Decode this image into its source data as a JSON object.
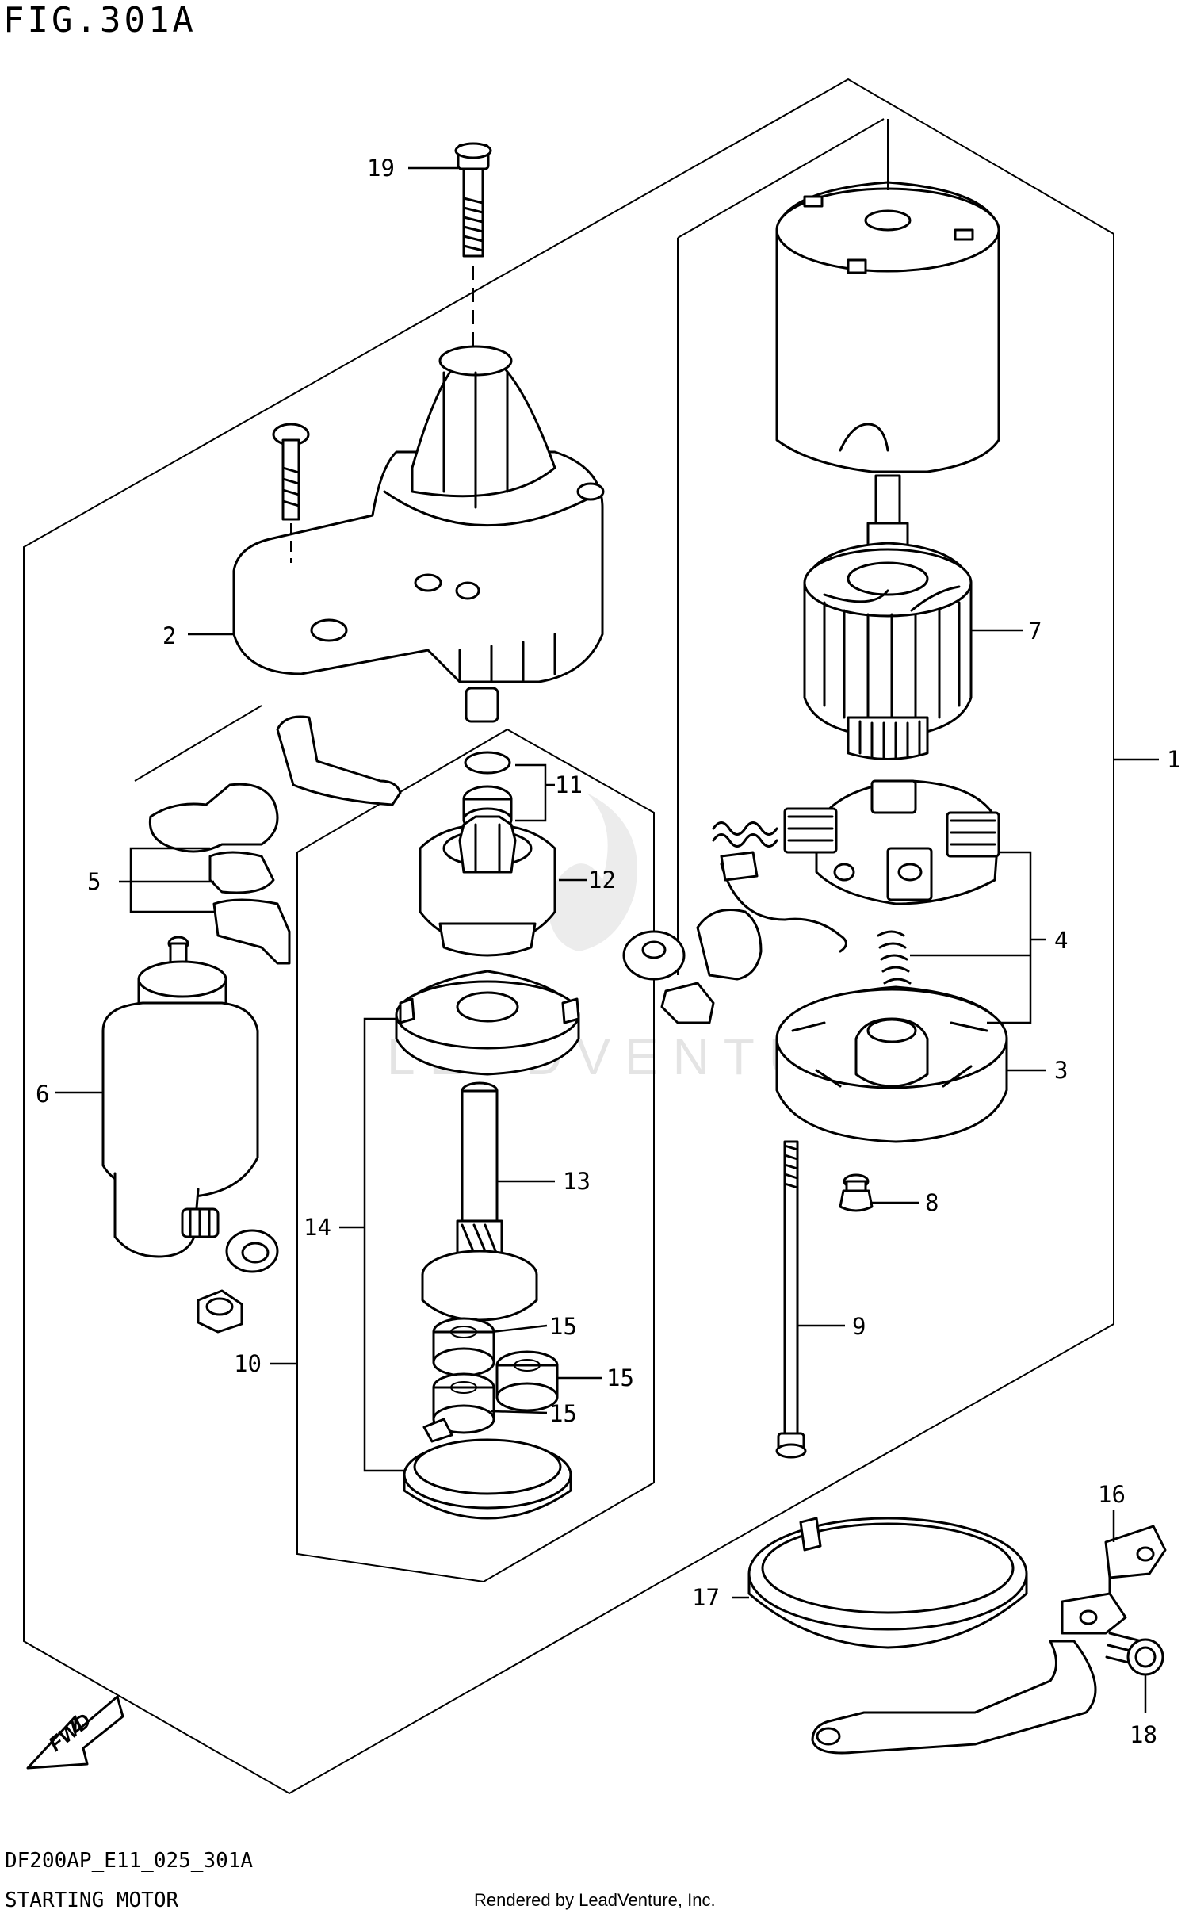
{
  "header": {
    "figure_title": "FIG.301A"
  },
  "footer": {
    "diagram_code": "DF200AP_E11_025_301A",
    "diagram_name": "STARTING MOTOR",
    "render_credit": "Rendered by LeadVenture, Inc."
  },
  "watermark": {
    "text": "LEADVENTURE"
  },
  "fwd_arrow": {
    "label": "FWD"
  },
  "callouts": [
    {
      "id": "1",
      "label": "1"
    },
    {
      "id": "2",
      "label": "2"
    },
    {
      "id": "3",
      "label": "3"
    },
    {
      "id": "4",
      "label": "4"
    },
    {
      "id": "5",
      "label": "5"
    },
    {
      "id": "6",
      "label": "6"
    },
    {
      "id": "7",
      "label": "7"
    },
    {
      "id": "8",
      "label": "8"
    },
    {
      "id": "9",
      "label": "9"
    },
    {
      "id": "10",
      "label": "10"
    },
    {
      "id": "11",
      "label": "11"
    },
    {
      "id": "12",
      "label": "12"
    },
    {
      "id": "13",
      "label": "13"
    },
    {
      "id": "14",
      "label": "14"
    },
    {
      "id": "15a",
      "label": "15"
    },
    {
      "id": "15b",
      "label": "15"
    },
    {
      "id": "15c",
      "label": "15"
    },
    {
      "id": "16",
      "label": "16"
    },
    {
      "id": "17",
      "label": "17"
    },
    {
      "id": "18",
      "label": "18"
    },
    {
      "id": "19",
      "label": "19"
    }
  ],
  "colors": {
    "ink": "#000000",
    "paper": "#ffffff",
    "watermark": "#e4e4e4"
  }
}
